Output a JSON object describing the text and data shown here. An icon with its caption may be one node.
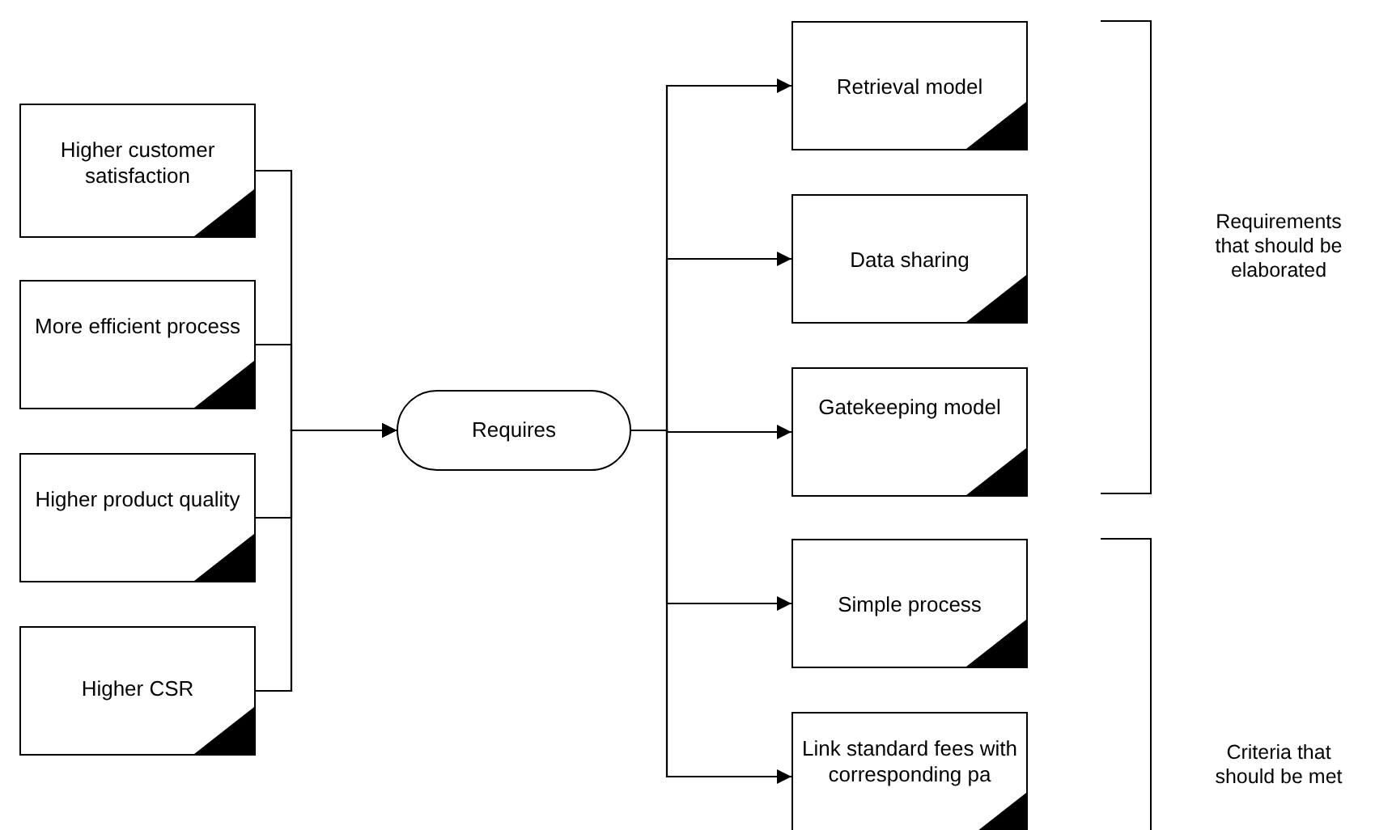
{
  "diagram": {
    "nodes": [
      {
        "text": [
          "Higher customer satisfaction"
        ]
      },
      {
        "text": [
          "More efficient process"
        ]
      },
      {
        "text": [
          "Higher product quality"
        ]
      },
      {
        "text": [
          "Higher CSR"
        ]
      },
      {
        "text": [
          "Requires"
        ]
      },
      {
        "text": [
          "Retrieval model"
        ]
      },
      {
        "text": [
          "Data sharing"
        ]
      },
      {
        "text": [
          "Gatekeeping model"
        ]
      },
      {
        "text": [
          "Simple process"
        ]
      },
      {
        "text": [
          "Link standard fees with corresponding pa"
        ]
      }
    ],
    "edges": [
      {
        "from": 0,
        "to": 4,
        "arrow": "to"
      },
      {
        "from": 1,
        "to": 4,
        "arrow": "to"
      },
      {
        "from": 2,
        "to": 4,
        "arrow": "to"
      },
      {
        "from": 3,
        "to": 4,
        "arrow": "to"
      },
      {
        "from": 4,
        "to": 5,
        "arrow": "to"
      },
      {
        "from": 4,
        "to": 6,
        "arrow": "to"
      },
      {
        "from": 4,
        "to": 7,
        "arrow": "to"
      },
      {
        "from": 4,
        "to": 8,
        "arrow": "to"
      },
      {
        "from": 4,
        "to": 9,
        "arrow": "to"
      }
    ],
    "labels": [
      "Requirements that should be elaborated",
      "Criteria that should be met"
    ]
  }
}
